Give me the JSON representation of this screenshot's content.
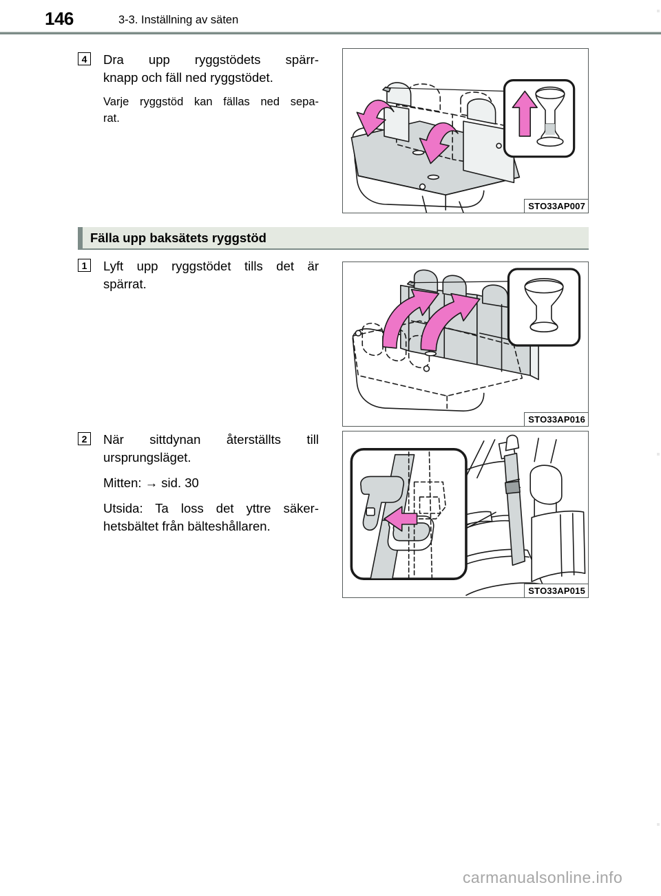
{
  "header": {
    "page_number": "146",
    "title": "3-3. Inställning av säten"
  },
  "steps": [
    {
      "num": "4",
      "lines": [
        "Dra upp ryggstödets spärr-",
        "knapp och fäll ned ryggstödet."
      ],
      "sub_lines": [
        "Varje ryggstöd kan fällas ned sepa-",
        "rat."
      ]
    },
    {
      "num": "1",
      "lines": [
        "Lyft upp ryggstödet tills det är",
        "spärrat."
      ]
    },
    {
      "num": "2",
      "lines": [
        "När sittdynan återställts till",
        "ursprungsläget."
      ],
      "sub_a": "Mitten: → sid. 30",
      "sub_b_lines": [
        "Utsida: Ta loss det yttre säker-",
        "hetsbältet från bälteshållaren."
      ]
    }
  ],
  "section": {
    "heading": "Fälla upp baksätets ryggstöd"
  },
  "figures": [
    {
      "caption": "STO33AP007",
      "alt": "Rear seatbacks folding down with lock-button callout"
    },
    {
      "caption": "STO33AP016",
      "alt": "Rear seatbacks being raised upright with lock-button callout"
    },
    {
      "caption": "STO33AP015",
      "alt": "Outer seat belt being detached from belt holder"
    }
  ],
  "watermark": "carmanualsonline.info",
  "colors": {
    "rule": "#7d8c88",
    "band_bg": "#e4e9e1",
    "figure_border": "#555b5a",
    "arrow_pink": "#ee76c8",
    "seat_gray": "#d3d8d9",
    "watermark": "#a6a6a6"
  }
}
